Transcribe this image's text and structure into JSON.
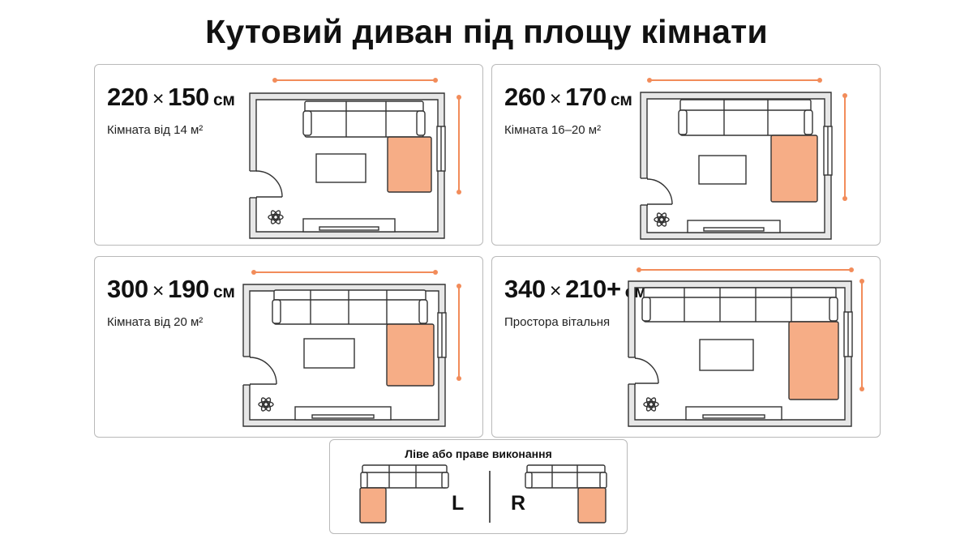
{
  "title": "Кутовий диван під площу кімнати",
  "colors": {
    "accent": "#F28C5A",
    "chaise_fill": "#F6AD86",
    "wall": "#E7E7E7",
    "stroke": "#333333"
  },
  "cards": [
    {
      "w": "220",
      "times": "×",
      "h": "150",
      "unit": "см",
      "subtitle": "Кімната від 14 м²"
    },
    {
      "w": "260",
      "times": "×",
      "h": "170",
      "unit": "см",
      "subtitle": "Кімната 16–20 м²"
    },
    {
      "w": "300",
      "times": "×",
      "h": "190",
      "unit": "см",
      "subtitle": "Кімната від 20 м²"
    },
    {
      "w": "340",
      "times": "×",
      "h": "210+",
      "unit": "см",
      "subtitle": "Простора вітальня"
    }
  ],
  "legend": {
    "title": "Ліве або праве виконання",
    "left": "L",
    "right": "R"
  }
}
